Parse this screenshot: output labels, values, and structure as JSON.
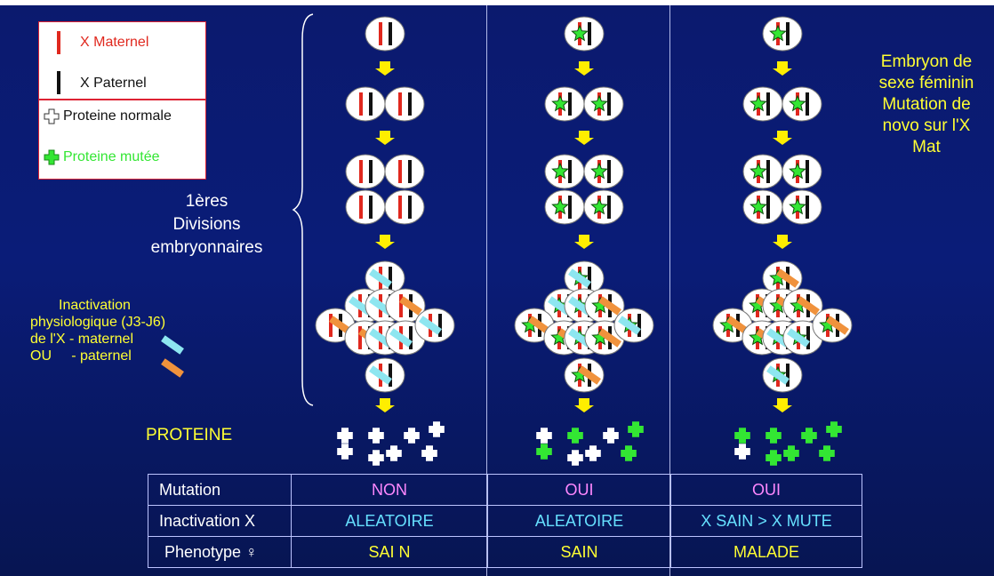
{
  "legend": {
    "x_maternel": "X Maternel",
    "x_paternel": "X Paternel",
    "proteine_normale": "Proteine normale",
    "proteine_mutee": "Proteine mutée"
  },
  "left": {
    "divisions": [
      "1ères",
      "Divisions",
      "embryonnaires"
    ],
    "inactivation": [
      "Inactivation",
      "physiologique (J3-J6)",
      "de l'X - maternel",
      "OU     - paternel"
    ],
    "proteine": "PROTEINE"
  },
  "right_title": [
    "Embryon de",
    "sexe féminin",
    "Mutation de",
    "novo sur l'X",
    "Mat"
  ],
  "table": {
    "rows": [
      {
        "label": "Mutation",
        "values": [
          "NON",
          "OUI",
          "OUI"
        ],
        "colors": [
          "#ff88ff",
          "#ff88ff",
          "#ff88ff"
        ]
      },
      {
        "label": "Inactivation X",
        "values": [
          "ALEATOIRE",
          "ALEATOIRE",
          "X  SAIN > X MUTE"
        ],
        "colors": [
          "#66e0ff",
          "#66e0ff",
          "#66e0ff"
        ]
      },
      {
        "label": "Phenotype ♀",
        "values": [
          "SAI N",
          "SAIN",
          "MALADE"
        ],
        "colors": [
          "#ffff33",
          "#ffff33",
          "#ffff33"
        ]
      }
    ]
  },
  "colors": {
    "maternal": "#e0281e",
    "paternal": "#111111",
    "inactive_maternal": "#8ee6f0",
    "inactive_paternal": "#f0923c",
    "mutant_protein": "#33e633",
    "arrow": "#ffee00",
    "text_yellow": "#ffff33"
  },
  "columns": [
    {
      "mutated": false,
      "proteins": [
        "n",
        "n",
        "n",
        "n",
        "n",
        "n",
        "n",
        "n"
      ]
    },
    {
      "mutated": true,
      "proteins": [
        "n",
        "m",
        "n",
        "m",
        "m",
        "n",
        "n",
        "m"
      ]
    },
    {
      "mutated": true,
      "proteins": [
        "m",
        "m",
        "m",
        "m",
        "n",
        "m",
        "m",
        "m"
      ]
    }
  ]
}
